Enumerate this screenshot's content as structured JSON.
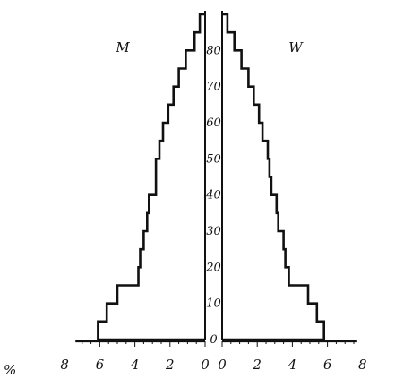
{
  "chart_data": {
    "type": "population-pyramid",
    "title": "",
    "left_label": "M",
    "right_label": "W",
    "x_unit": "%",
    "x_ticks_left": [
      "8",
      "6",
      "4",
      "2",
      "0"
    ],
    "x_ticks_right": [
      "0",
      "2",
      "4",
      "6",
      "8"
    ],
    "y_ticks": [
      "0",
      "10",
      "20",
      "30",
      "40",
      "50",
      "60",
      "70",
      "80"
    ],
    "xlim": [
      0,
      8
    ],
    "ylim": [
      0,
      90
    ],
    "age_groups": [
      0,
      5,
      10,
      15,
      20,
      25,
      30,
      35,
      40,
      45,
      50,
      55,
      60,
      65,
      70,
      75,
      80,
      85
    ],
    "bin_width": 5,
    "series": [
      {
        "name": "M",
        "side": "left",
        "values": [
          6.1,
          5.6,
          5.0,
          3.8,
          3.7,
          3.5,
          3.3,
          3.2,
          2.8,
          2.8,
          2.6,
          2.4,
          2.1,
          1.8,
          1.5,
          1.1,
          0.6,
          0.3
        ]
      },
      {
        "name": "W",
        "side": "right",
        "values": [
          5.8,
          5.4,
          4.9,
          3.8,
          3.6,
          3.5,
          3.2,
          3.1,
          2.8,
          2.7,
          2.6,
          2.3,
          2.1,
          1.8,
          1.5,
          1.1,
          0.7,
          0.3
        ]
      }
    ],
    "grid": false
  }
}
